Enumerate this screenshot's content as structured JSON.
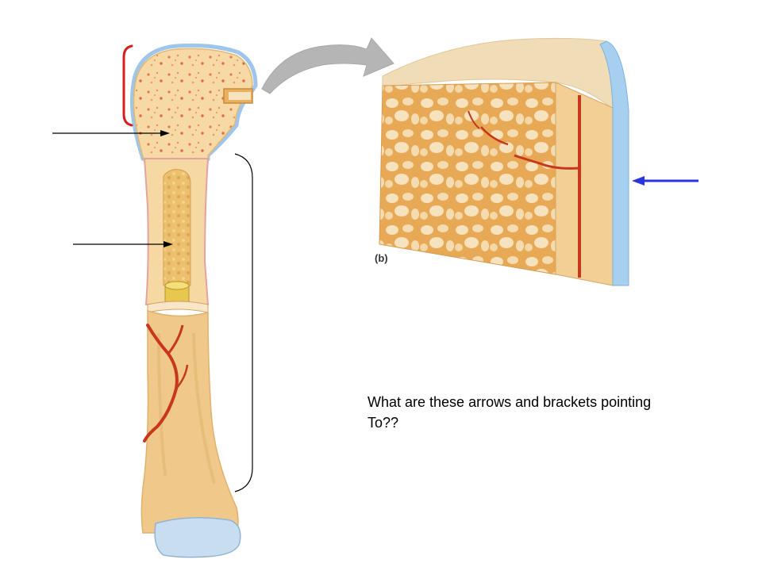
{
  "figure": {
    "panel_label": "(b)",
    "question_line1": "What are these arrows and brackets pointing",
    "question_line2": "To??"
  },
  "colors": {
    "bone": "#f3d39c",
    "bone_edge": "#e2b873",
    "marrow_dots": "#e06a3c",
    "vessel": "#c8361e",
    "periosteum": "#a7cff0",
    "cartilage": "#c8def0",
    "red_bracket": "#d61f1f",
    "blue_arrow": "#2a35e0",
    "black_pointer": "#000000",
    "big_arrow": "#b5b5b5"
  }
}
